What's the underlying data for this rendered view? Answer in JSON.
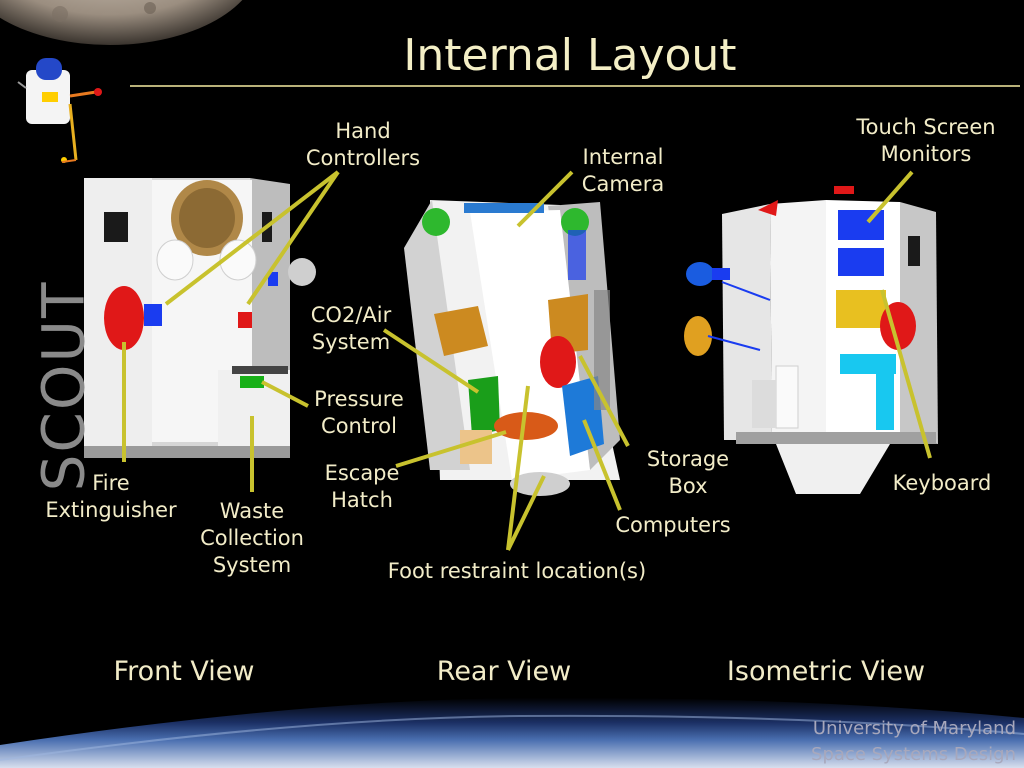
{
  "title": "Internal Layout",
  "side_label": "SCOUT",
  "labels": {
    "hand_controllers": "Hand\nControllers",
    "internal_camera": "Internal\nCamera",
    "touch_screen": "Touch Screen\nMonitors",
    "co2": "CO2/Air\nSystem",
    "pressure": "Pressure\nControl",
    "escape": "Escape\nHatch",
    "storage": "Storage\nBox",
    "keyboard": "Keyboard",
    "fire": "Fire\nExtinguisher",
    "waste": "Waste\nCollection\nSystem",
    "computers": "Computers",
    "foot": "Foot restraint location(s)"
  },
  "views": {
    "front": "Front View",
    "rear": "Rear View",
    "iso": "Isometric View"
  },
  "footer": {
    "line1": "University of Maryland",
    "line2": "Space Systems Design"
  },
  "colors": {
    "text": "#f2ecc8",
    "leader": "#c8c22e",
    "red": "#e01818",
    "blue": "#1a3cf0"
  }
}
